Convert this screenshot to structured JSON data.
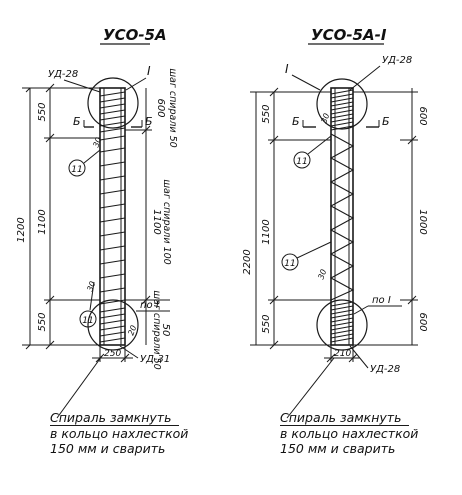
{
  "left": {
    "title": "УСО-5А",
    "tag_top": "УД-28",
    "tag_bottom": "УД-31",
    "callout_roman": "I",
    "section_mark": "Б",
    "pos_label": "11",
    "dims": {
      "total": "1200",
      "top": "550",
      "middle": "1100",
      "bottom": "550",
      "width": "250"
    },
    "right_dims": {
      "top": "600",
      "middle": "1100",
      "bottom": "50"
    },
    "spiral_labels": {
      "upper": "шаг спирали 50",
      "middle": "шаг спирали 100",
      "lower": "шаг спирали 50"
    },
    "small_labels": {
      "upper": "30",
      "lower": "30",
      "bottom": "20"
    },
    "view_ref": "по I",
    "note_lines": [
      "Спираль замкнуть",
      "в кольцо нахлесткой",
      "150 мм и сварить"
    ]
  },
  "right": {
    "title": "УСО-5А-I",
    "tag_top": "УД-28",
    "tag_bottom": "УД-28",
    "callout_roman": "I",
    "section_mark": "Б",
    "pos_label": "11",
    "dims": {
      "total": "2200",
      "top": "550",
      "middle": "1100",
      "bottom": "550",
      "width": "210"
    },
    "right_dims": {
      "top": "600",
      "middle": "1000",
      "bottom": "600"
    },
    "small_labels": {
      "upper": "30",
      "lower": "30"
    },
    "view_ref": "по I",
    "note_lines": [
      "Спираль замкнуть",
      "в кольцо нахлесткой",
      "150 мм и сварить"
    ]
  }
}
